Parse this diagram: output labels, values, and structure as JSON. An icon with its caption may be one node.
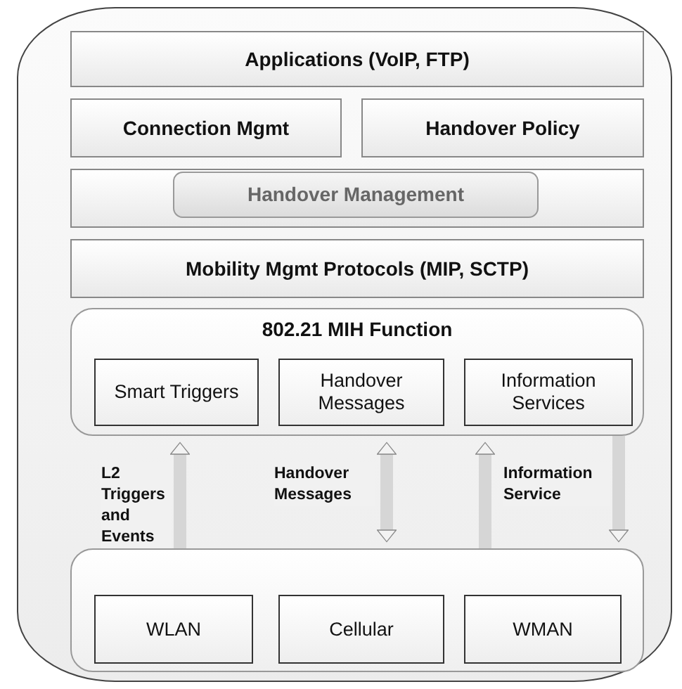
{
  "diagram": {
    "nodes": [
      {
        "text": [],
        "shape": "box"
      },
      {
        "text": [
          "Applications (VoIP, FTP)"
        ],
        "in": 0
      },
      {
        "text": [
          "Connection Mgmt"
        ],
        "in": 0
      },
      {
        "text": [
          "Handover Policy"
        ],
        "in": 0
      },
      {
        "text": [],
        "shape": "box",
        "in": 0
      },
      {
        "text": [
          "Handover Management"
        ],
        "in": 4
      },
      {
        "text": [
          "Mobility Mgmt Protocols (MIP, SCTP)"
        ],
        "in": 0
      },
      {
        "text": [
          "802.21 MIH Function"
        ],
        "in": 0
      },
      {
        "text": [
          "Smart Triggers"
        ],
        "in": 7
      },
      {
        "text": [
          "Handover Messages"
        ],
        "in": 7
      },
      {
        "text": [
          "Information Services"
        ],
        "in": 7
      },
      {
        "text": [],
        "shape": "box",
        "in": 0
      },
      {
        "text": [
          "WLAN"
        ],
        "in": 11
      },
      {
        "text": [
          "Cellular"
        ],
        "in": 11
      },
      {
        "text": [
          "WMAN"
        ],
        "in": 11
      }
    ],
    "edges": [
      {
        "from": 11,
        "to": 7,
        "arrow": "to",
        "label": "L2 Triggers and Events"
      },
      {
        "from": 11,
        "to": 7,
        "arrow": "both",
        "label": "Handover Messages"
      },
      {
        "from": 11,
        "to": 7,
        "arrow": "to",
        "label": "Information Service"
      },
      {
        "from": 7,
        "to": 11,
        "arrow": "to"
      }
    ]
  }
}
